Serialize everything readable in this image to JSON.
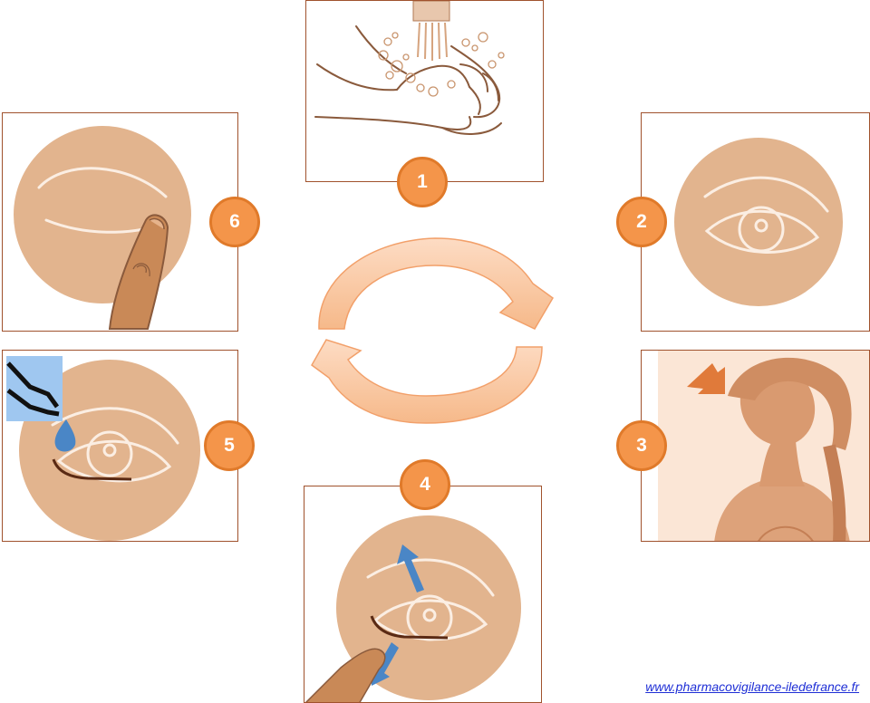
{
  "steps": [
    {
      "number": "1",
      "depicts": "hand-washing"
    },
    {
      "number": "2",
      "depicts": "eye"
    },
    {
      "number": "3",
      "depicts": "head-tilted-back"
    },
    {
      "number": "4",
      "depicts": "lower-eyelid-pulled-down"
    },
    {
      "number": "5",
      "depicts": "eye-drop-instilled"
    },
    {
      "number": "6",
      "depicts": "eye-closed-finger-pressing-corner"
    }
  ],
  "cycle_arrows": [
    "clockwise-arrow-top",
    "clockwise-arrow-bottom"
  ],
  "source_link": "www.pharmacovigilance-iledefrance.fr",
  "colors": {
    "badge_fill": "#f4954a",
    "badge_border": "#e07a2a",
    "panel_border": "#a0522d",
    "eye_circle": "#e2b48e",
    "arrow_fill": "#fbc49a",
    "drop_blue": "#4a86c6",
    "link": "#1f2fd6"
  }
}
